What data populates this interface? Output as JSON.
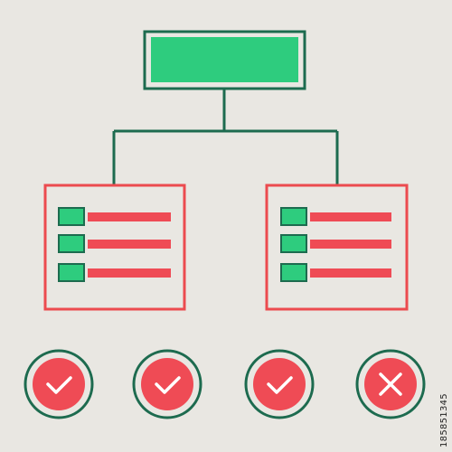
{
  "image": {
    "type": "hierarchy-flowchart-icon",
    "stock_id": "185851345"
  },
  "colors": {
    "background": "#e9e7e2",
    "green_stroke": "#1d6b4f",
    "green_fill": "#2ecc7e",
    "red_stroke": "#ec4b4f",
    "red_fill": "#ef4b55",
    "white": "#ffffff",
    "watermark_text": "#1f1f1f"
  },
  "diagram": {
    "root": {
      "shape": "rectangle"
    },
    "connectors": "green-elbow-lines",
    "children": [
      {
        "name": "left-list-card",
        "items": [
          "list-row-1",
          "list-row-2",
          "list-row-3"
        ]
      },
      {
        "name": "right-list-card",
        "items": [
          "list-row-1",
          "list-row-2",
          "list-row-3"
        ]
      }
    ],
    "status_circles": [
      {
        "name": "status-check-1",
        "icon": "check-icon"
      },
      {
        "name": "status-check-2",
        "icon": "check-icon"
      },
      {
        "name": "status-check-3",
        "icon": "check-icon"
      },
      {
        "name": "status-cross-1",
        "icon": "x-icon"
      }
    ]
  }
}
